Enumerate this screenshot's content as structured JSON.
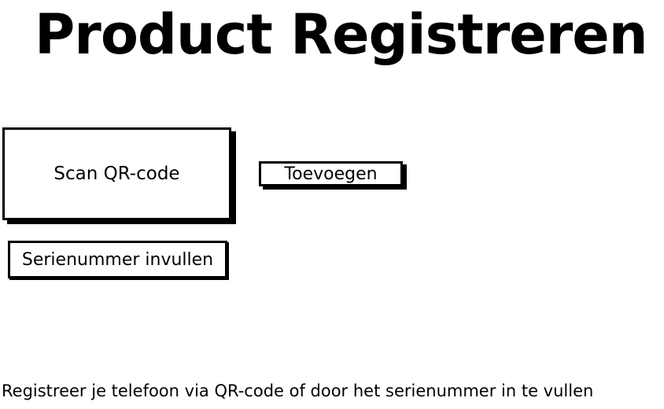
{
  "page": {
    "title": "Product Registreren"
  },
  "actions": {
    "scan_label": "Scan QR-code",
    "add_label": "Toevoegen",
    "serial_label": "Serienummer invullen"
  },
  "footer": {
    "text": "Registreer je telefoon via QR-code of door het serienummer in te vullen"
  },
  "colors": {
    "background": "#ffffff",
    "foreground": "#000000"
  }
}
